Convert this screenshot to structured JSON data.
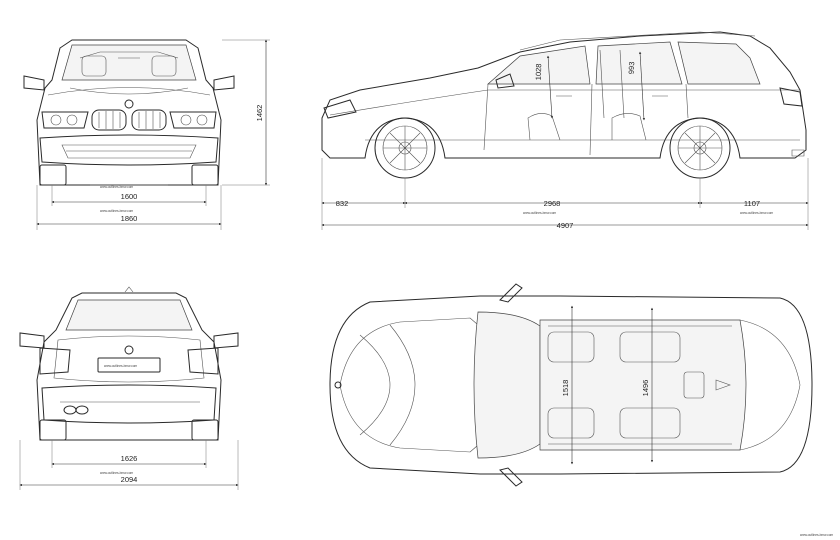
{
  "watermark": "www.outlines-bmw.com",
  "front_view": {
    "track_width": "1600",
    "overall_width": "1860",
    "height": "1462"
  },
  "side_view": {
    "front_overhang": "832",
    "wheelbase": "2968",
    "rear_overhang": "1107",
    "overall_length": "4907",
    "front_headroom": "1028",
    "rear_headroom": "993"
  },
  "rear_view": {
    "track_width": "1626",
    "width_with_mirrors": "2094"
  },
  "top_view": {
    "front_interior_width": "1518",
    "rear_interior_width": "1496"
  }
}
